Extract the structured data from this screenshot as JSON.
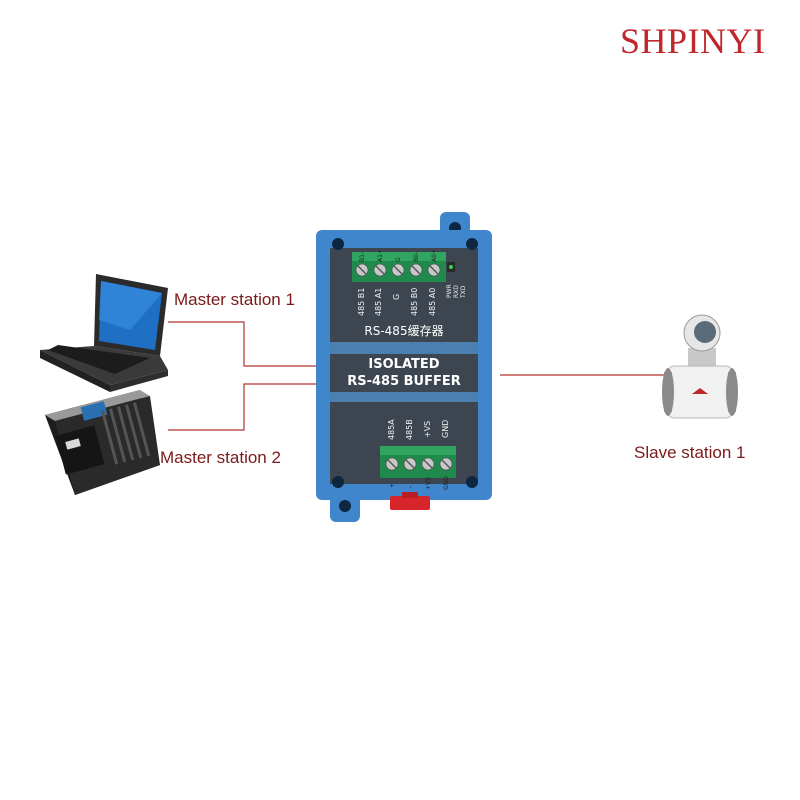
{
  "brand": "SHPINYI",
  "colors": {
    "line": "#b5342a",
    "label": "#7a1a1a",
    "enclosure": "#3f86cc",
    "board": "#3d4650",
    "terminal": "#1f8a4c",
    "brand": "#c0272d"
  },
  "stations": {
    "master1": {
      "label": "Master station 1",
      "icon": "laptop-icon"
    },
    "master2": {
      "label": "Master station 2",
      "icon": "plc-controller-icon"
    },
    "slave1": {
      "label": "Slave station 1",
      "icon": "flowmeter-icon"
    }
  },
  "device": {
    "chinese_label": "RS-485缓存器",
    "title_line1": "ISOLATED",
    "title_line2": "RS-485 BUFFER",
    "top_pins": [
      "485 B1",
      "485 A1",
      "G",
      "485 B0",
      "485 A0"
    ],
    "top_terminal_marks": [
      "B1-",
      "A1+",
      "G",
      "B0-",
      "A0+"
    ],
    "leds": [
      "PWR",
      "RXD",
      "TXD"
    ],
    "bottom_pins": [
      "485A",
      "485B",
      "+VS",
      "GND"
    ],
    "bottom_terminal_marks": [
      "+",
      "-",
      "+VS",
      "GND"
    ]
  }
}
